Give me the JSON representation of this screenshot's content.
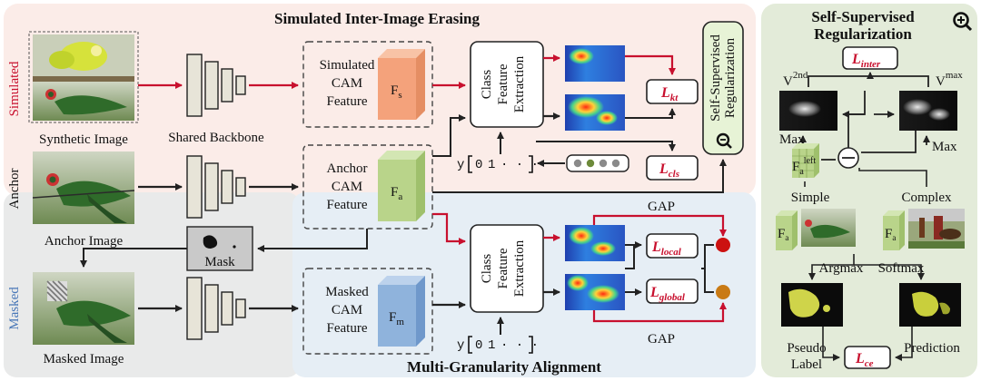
{
  "titles": {
    "top": "Simulated Inter-Image Erasing",
    "bottom": "Multi-Granularity  Alignment",
    "right": [
      "Self-Supervised",
      "Regularization"
    ]
  },
  "row_labels": {
    "simulated": "Simulated",
    "anchor": "Anchor",
    "masked": "Masked"
  },
  "images": {
    "synthetic": "Synthetic Image",
    "anchor": "Anchor Image",
    "masked": "Masked Image",
    "mask": "Mask"
  },
  "backbone": "Shared Backbone",
  "features": {
    "simulated": [
      "Simulated",
      "CAM",
      "Feature"
    ],
    "anchor": [
      "Anchor",
      "CAM",
      "Feature"
    ],
    "masked": [
      "Masked",
      "CAM",
      "Feature"
    ]
  },
  "feature_symbols": {
    "s": "F",
    "s_sub": "s",
    "a": "F",
    "a_sub": "a",
    "m": "F",
    "m_sub": "m"
  },
  "cfe": [
    "Class",
    "Feature",
    "Extraction"
  ],
  "losses": {
    "kt": "L",
    "kt_sub": "kt",
    "cls": "L",
    "cls_sub": "cls",
    "local": "L",
    "local_sub": "local",
    "global": "L",
    "global_sub": "global",
    "inter": "L",
    "inter_sub": "inter",
    "ce": "L",
    "ce_sub": "ce"
  },
  "gap": "GAP",
  "label_seq": {
    "y": "y",
    "a": "0",
    "b": "1",
    "dots": "· · ·"
  },
  "ssr_box": [
    "Self-Supervised",
    "Regularization"
  ],
  "right_panel": {
    "v2nd": "V",
    "v2nd_sup": "2nd",
    "vmax": "V",
    "vmax_sup": "max",
    "max_left": "Max",
    "max_right": "Max",
    "fa_left": "F",
    "fa_left_sub": "a",
    "fa_left_sup": "left",
    "simple": "Simple",
    "complex": "Complex",
    "fa1": "F",
    "fa1_sub": "a",
    "fa2": "F",
    "fa2_sub": "a",
    "argmax": "Argmax",
    "softmax": "Softmax",
    "pseudo": [
      "Pseudo",
      "Label"
    ],
    "prediction": "Prediction"
  },
  "colors": {
    "pink_bg": "#fbece8",
    "blue_bg": "#e6eef5",
    "gray_bg": "#e9eaea",
    "green_bg": "#e3ebd9",
    "simulated_red": "#c8102e",
    "masked_blue": "#4a78b8",
    "cube_orange": "#f4a27b",
    "cube_green": "#b9d48a",
    "cube_blue": "#8fb3dc",
    "dot_red": "#cc1111",
    "dot_orange": "#c97a14"
  }
}
